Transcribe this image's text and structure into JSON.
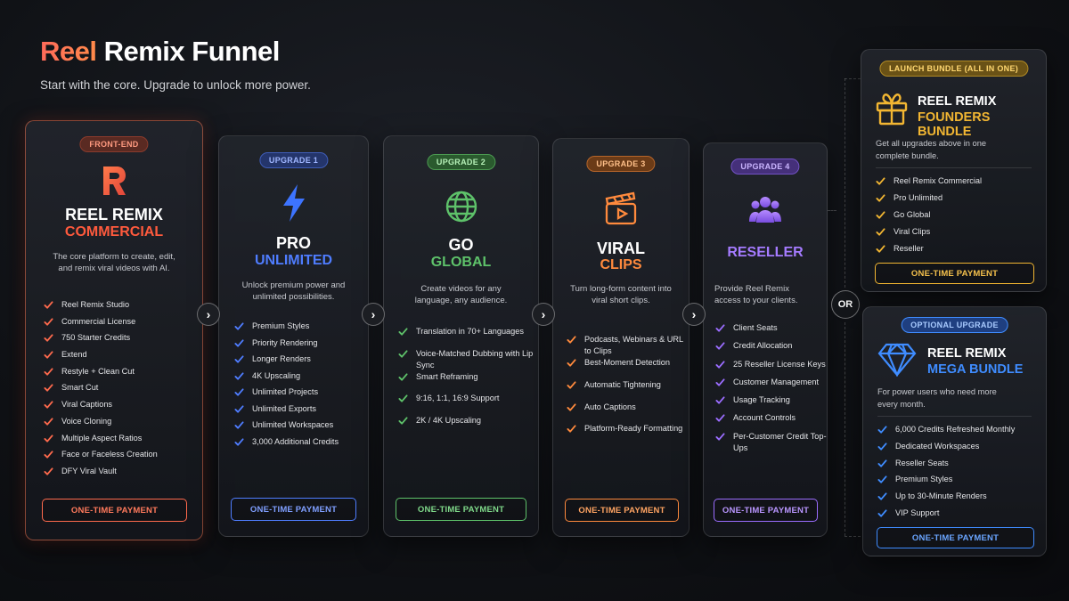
{
  "header": {
    "title_accent": "Reel",
    "title_rest": "Remix Funnel",
    "subtitle": "Start with the core. Upgrade to unlock more power."
  },
  "colors": {
    "front": "#ff6a4d",
    "upgrade1": "#4f7dff",
    "upgrade2": "#5ec26a",
    "upgrade3": "#ff8a3d",
    "upgrade4": "#9b6dff",
    "launch": "#f2b632",
    "optional": "#3f8cff"
  },
  "cards": {
    "front": {
      "badge": "FRONT-END",
      "name1": "REEL REMIX",
      "name2": "COMMERCIAL",
      "desc": "The core platform to create, edit, and remix viral videos with AI.",
      "items": [
        "Reel Remix Studio",
        "Commercial License",
        "750 Starter Credits",
        "Extend",
        "Restyle + Clean Cut",
        "Smart Cut",
        "Viral Captions",
        "Voice Cloning",
        "Multiple Aspect Ratios",
        "Face or Faceless Creation",
        "DFY Viral Vault"
      ],
      "pay": "ONE-TIME PAYMENT"
    },
    "up1": {
      "badge": "UPGRADE 1",
      "name1": "PRO",
      "name2": "UNLIMITED",
      "desc": "Unlock premium power and unlimited possibilities.",
      "items": [
        "Premium Styles",
        "Priority Rendering",
        "Longer Renders",
        "4K Upscaling",
        "Unlimited Projects",
        "Unlimited Exports",
        "Unlimited Workspaces",
        "3,000 Additional Credits"
      ],
      "pay": "ONE-TIME PAYMENT"
    },
    "up2": {
      "badge": "UPGRADE 2",
      "name1": "GO",
      "name2": "GLOBAL",
      "desc": "Create videos for any language, any audience.",
      "items": [
        "Translation in 70+ Languages",
        "Voice-Matched Dubbing with Lip Sync",
        "Smart Reframing",
        "9:16, 1:1, 16:9 Support",
        "2K / 4K Upscaling"
      ],
      "pay": "ONE-TIME PAYMENT"
    },
    "up3": {
      "badge": "UPGRADE 3",
      "name1": "VIRAL",
      "name2": "CLIPS",
      "desc": "Turn long-form content into viral short clips.",
      "items": [
        "Podcasts, Webinars & URL to Clips",
        "Best-Moment Detection",
        "Automatic Tightening",
        "Auto Captions",
        "Platform-Ready Formatting"
      ],
      "pay": "ONE-TIME PAYMENT"
    },
    "up4": {
      "badge": "UPGRADE 4",
      "name2": "RESELLER",
      "desc": "Provide Reel Remix access to your clients.",
      "items": [
        "Client Seats",
        "Credit Allocation",
        "25 Reseller License Keys",
        "Customer Management",
        "Usage Tracking",
        "Account Controls",
        "Per-Customer Credit Top-Ups"
      ],
      "pay": "ONE-TIME PAYMENT"
    }
  },
  "bundles": {
    "founders": {
      "badge": "LAUNCH BUNDLE (ALL IN ONE)",
      "name1": "REEL REMIX",
      "name2": "FOUNDERS BUNDLE",
      "desc": "Get all upgrades above in one complete bundle.",
      "items": [
        "Reel Remix Commercial",
        "Pro Unlimited",
        "Go Global",
        "Viral Clips",
        "Reseller"
      ],
      "pay": "ONE-TIME PAYMENT"
    },
    "mega": {
      "badge": "OPTIONAL UPGRADE",
      "name1": "REEL REMIX",
      "name2": "MEGA BUNDLE",
      "desc": "For power users who need more every month.",
      "items": [
        "6,000 Credits Refreshed Monthly",
        "Dedicated Workspaces",
        "Reseller Seats",
        "Premium Styles",
        "Up to 30-Minute Renders",
        "VIP Support"
      ],
      "pay": "ONE-TIME PAYMENT"
    }
  },
  "or_label": "OR",
  "arrow_glyph": "›"
}
